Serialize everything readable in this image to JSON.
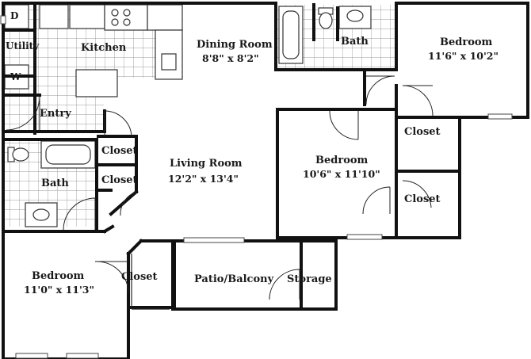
{
  "rooms": {
    "utility": "Utility",
    "dryer": "D",
    "washer": "W",
    "kitchen": "Kitchen",
    "entry": "Entry",
    "dining_name": "Dining Room",
    "dining_dim": "8'8\" x 8'2\"",
    "bath_top": "Bath",
    "bedroom_top_name": "Bedroom",
    "bedroom_top_dim": "11'6\" x 10'2\"",
    "closet_top_right": "Closet",
    "closet_left_1": "Closet",
    "closet_left_2": "Closet",
    "living_name": "Living Room",
    "living_dim": "12'2\" x 13'4\"",
    "bedroom_mid_name": "Bedroom",
    "bedroom_mid_dim": "10'6\" x 11'10\"",
    "closet_mid_right": "Closet",
    "bath_left": "Bath",
    "bedroom_left_name": "Bedroom",
    "bedroom_left_dim": "11'0\" x 11'3\"",
    "closet_bottom": "Closet",
    "patio": "Patio/Balcony",
    "storage": "Storage"
  },
  "colors": {
    "wall": "#111111",
    "tile_line": "#9a9a9a",
    "background": "#ffffff"
  }
}
